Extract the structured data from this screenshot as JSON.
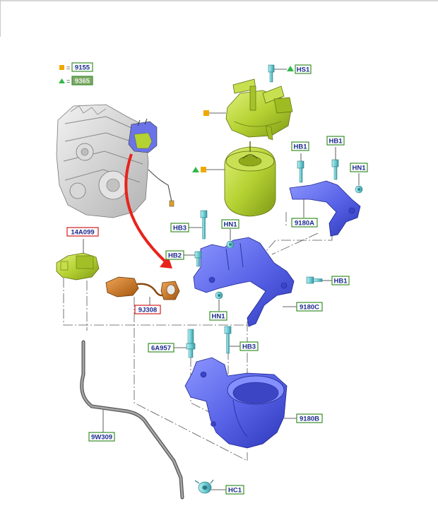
{
  "legend": {
    "square": {
      "code": "9155",
      "color": "#f0a800"
    },
    "triangle": {
      "code": "9365",
      "color": "#2fb84a"
    }
  },
  "labels": {
    "hs1": "HS1",
    "hb1_a": "HB1",
    "hb1_b": "HB1",
    "hn1_a": "HN1",
    "a9180": "9180A",
    "hb3_a": "HB3",
    "hn1_b": "HN1",
    "hb2": "HB2",
    "hb1_c": "HB1",
    "a14099": "14A099",
    "j9308": "9J308",
    "c9180": "9180C",
    "hn1_c": "HN1",
    "a6957": "6A957",
    "hb3_b": "HB3",
    "b9180": "9180B",
    "w9309": "9W309",
    "hc1": "HC1"
  },
  "colors": {
    "bracket": "#5563e0",
    "filter": "#b6d43a",
    "fastener": "#7fd3d8",
    "harness": "#c8741e",
    "arrow": "#e8231c",
    "label_border_green": "#3a8f2a",
    "label_border_red": "#d11f1f"
  }
}
